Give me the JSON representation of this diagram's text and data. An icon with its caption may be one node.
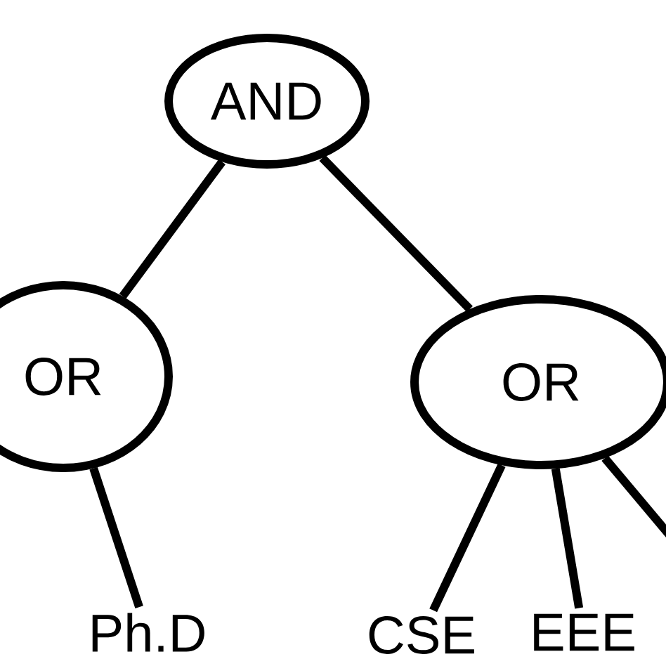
{
  "diagram": {
    "nodes": [
      {
        "text": [
          "AND"
        ]
      },
      {
        "text": [
          "OR"
        ]
      },
      {
        "text": [
          "OR"
        ]
      },
      {
        "text": [
          "Ph.D"
        ]
      },
      {
        "text": [
          "CSE"
        ]
      },
      {
        "text": [
          "EEE"
        ]
      }
    ],
    "edges": [
      {
        "from": 0,
        "to": 1,
        "arrow": "none"
      },
      {
        "from": 0,
        "to": 2,
        "arrow": "none"
      },
      {
        "from": 1,
        "to": 3,
        "arrow": "none"
      },
      {
        "from": 2,
        "to": 4,
        "arrow": "none"
      },
      {
        "from": 2,
        "to": 5,
        "arrow": "none"
      },
      {
        "from": 2,
        "to": null,
        "arrow": "none"
      }
    ]
  }
}
